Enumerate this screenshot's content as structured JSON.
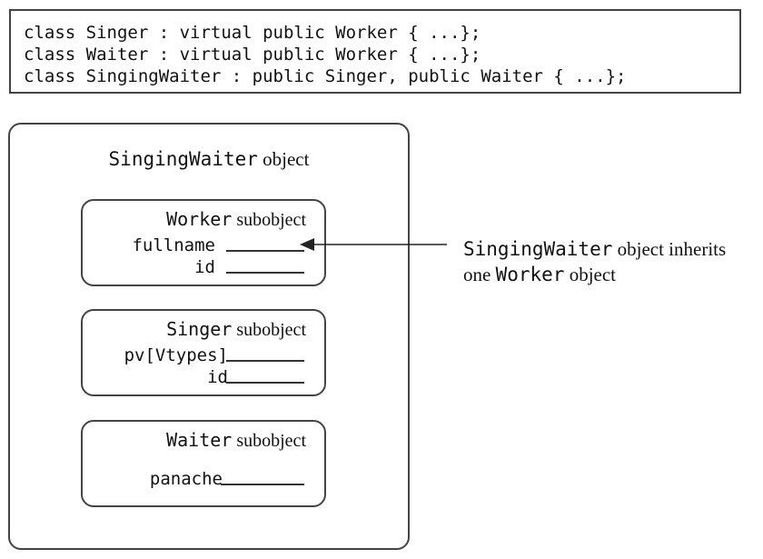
{
  "code": {
    "lines": [
      "class Singer : virtual public Worker { ...};",
      "class Waiter : virtual public Worker { ...};",
      "class SingingWaiter : public Singer, public Waiter { ...};"
    ]
  },
  "outer": {
    "class_name": "SingingWaiter",
    "suffix": " object"
  },
  "subobjects": [
    {
      "class_name": "Worker",
      "suffix": " subobject",
      "fields": [
        "fullname",
        "id"
      ]
    },
    {
      "class_name": "Singer",
      "suffix": " subobject",
      "fields": [
        "pv[Vtypes]",
        "id"
      ]
    },
    {
      "class_name": "Waiter",
      "suffix": " subobject",
      "fields": [
        "panache"
      ]
    }
  ],
  "annotation": {
    "line1_code": "SingingWaiter",
    "line1_text": " object inherits",
    "line2_text": "one ",
    "line2_code": "Worker",
    "line2_suffix": " object"
  }
}
